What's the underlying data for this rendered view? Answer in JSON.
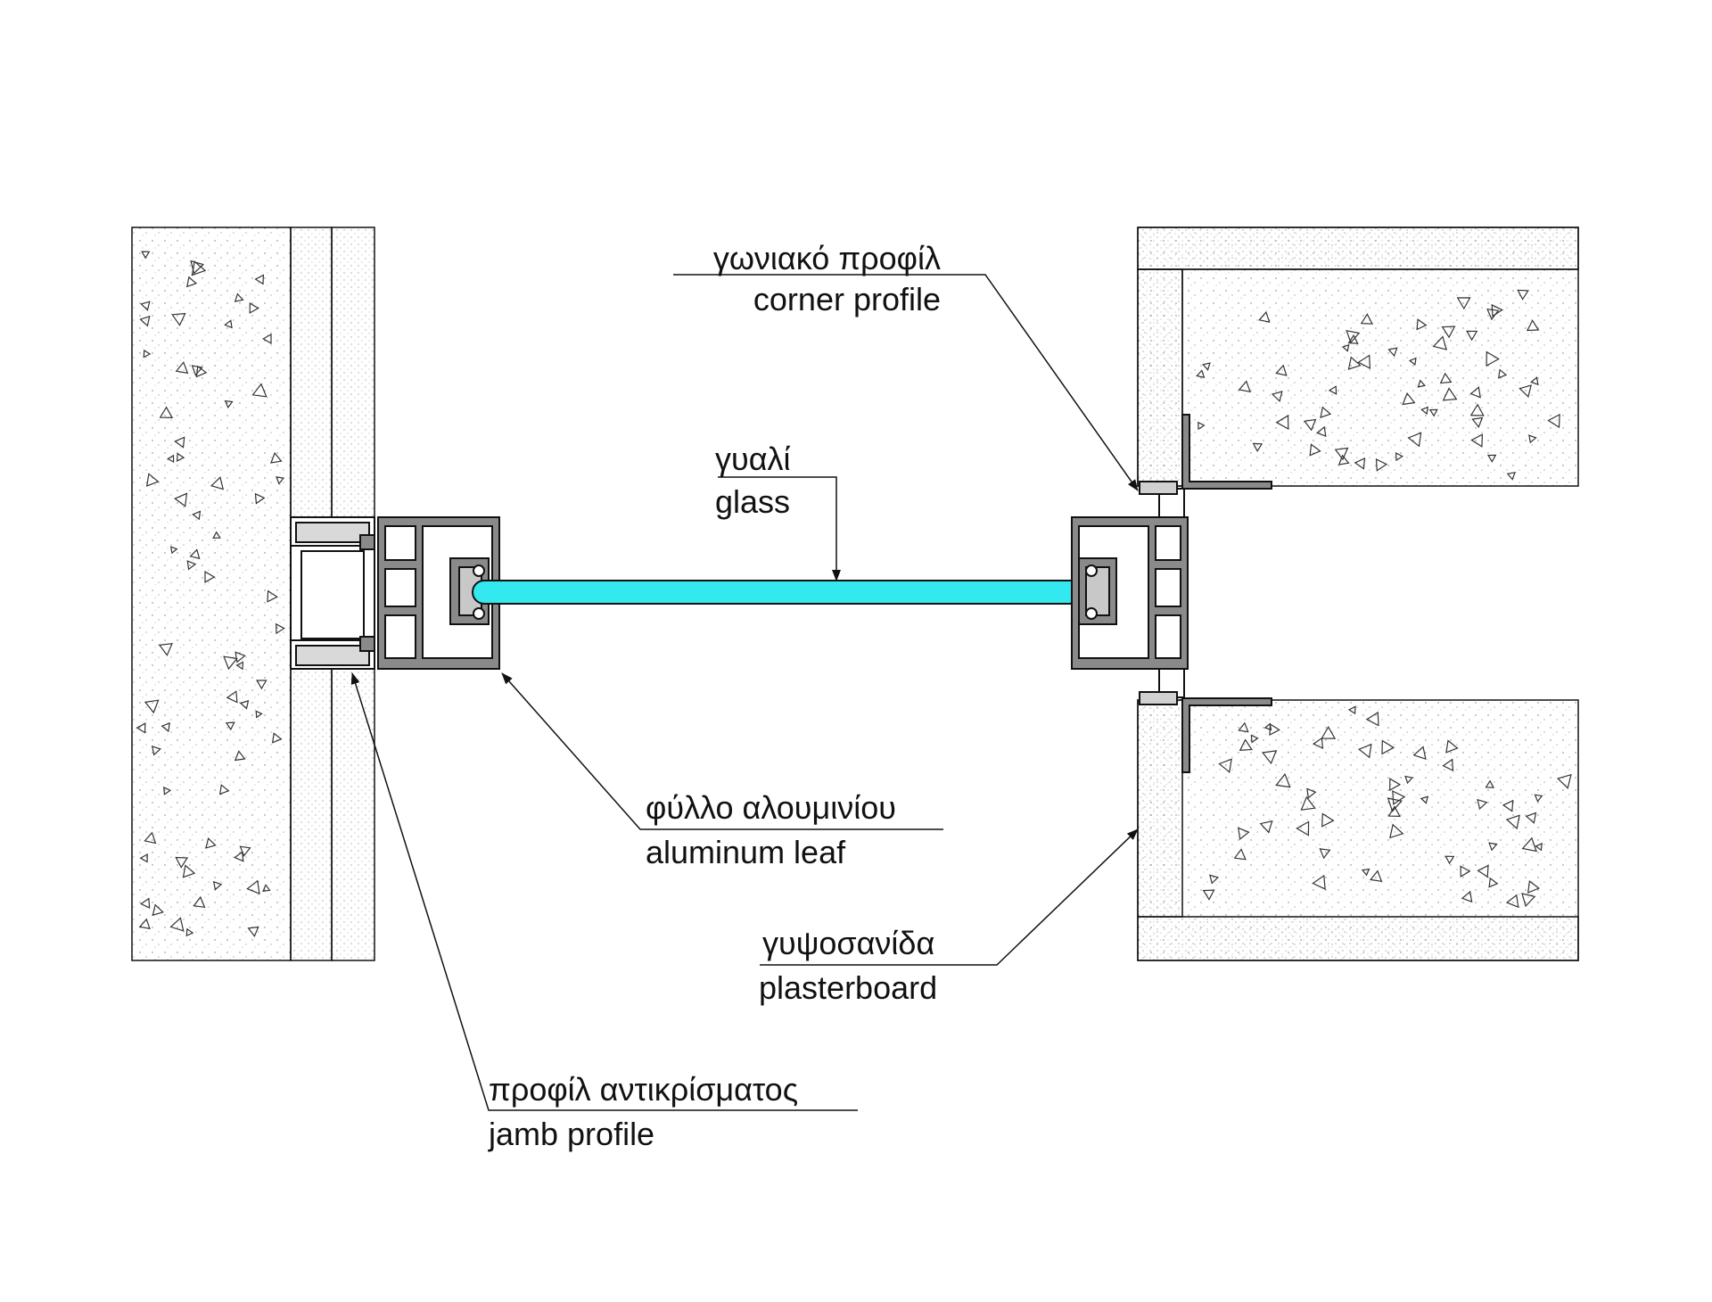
{
  "labels": {
    "corner_profile": {
      "greek": "γωνιακό προφίλ",
      "english": "corner profile"
    },
    "glass": {
      "greek": "γυαλί",
      "english": "glass"
    },
    "aluminum_leaf": {
      "greek": "φύλλο αλουμινίου",
      "english": "aluminum leaf"
    },
    "plasterboard": {
      "greek": "γυψοσανίδα",
      "english": "plasterboard"
    },
    "jamb_profile": {
      "greek": "προφίλ αντικρίσματος",
      "english": "jamb profile"
    }
  },
  "colors": {
    "line": "#111111",
    "glass": "#33e8ee",
    "profile": "#8a8a8a",
    "profile_light": "#c8c8c8",
    "background": "#ffffff"
  }
}
